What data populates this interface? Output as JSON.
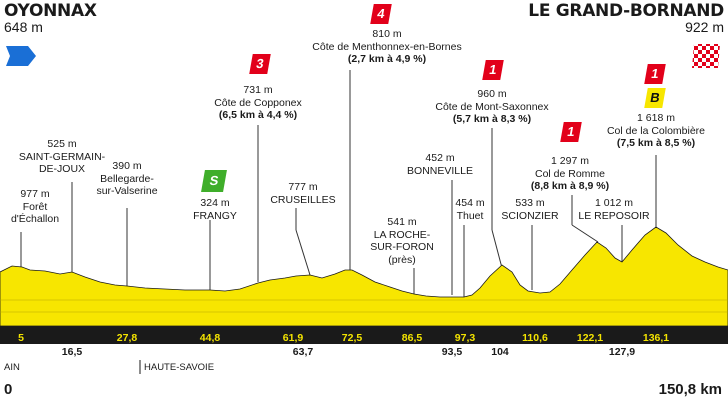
{
  "start": {
    "city": "OYONNAX",
    "altitude": "648 m"
  },
  "finish": {
    "city": "LE GRAND-BORNAND",
    "altitude": "922 m"
  },
  "climbs": {
    "menthonnex": {
      "category": "4",
      "altitude": "810 m",
      "name": "Côte de Menthonnex-en-Bornes",
      "stats": "(2,7 km à 4,9 %)"
    },
    "copponex": {
      "category": "3",
      "altitude": "731 m",
      "name": "Côte de Copponex",
      "stats": "(6,5 km à 4,4 %)"
    },
    "mont_saxonnex": {
      "category": "1",
      "altitude": "960 m",
      "name": "Côte de Mont-Saxonnex",
      "stats": "(5,7 km à 8,3 %)"
    },
    "romme": {
      "category": "1",
      "altitude": "1 297 m",
      "name": "Col de Romme",
      "stats": "(8,8 km à 8,9 %)"
    },
    "colombiere": {
      "category": "1",
      "bonus": "B",
      "altitude": "1 618 m",
      "name": "Col de la Colombière",
      "stats": "(7,5 km à 8,5 %)"
    }
  },
  "sprint": {
    "label": "S"
  },
  "points": {
    "forêt": {
      "altitude": "977 m",
      "line1": "Forêt",
      "line2": "d'Échallon"
    },
    "saint_germain": {
      "altitude": "525 m",
      "line1": "SAINT-GERMAIN-",
      "line2": "DE-JOUX"
    },
    "bellegarde": {
      "altitude": "390 m",
      "line1": "Bellegarde-",
      "line2": "sur-Valserine"
    },
    "frangy": {
      "altitude": "324 m",
      "line1": "FRANGY"
    },
    "cruseilles": {
      "altitude": "777 m",
      "line1": "CRUSEILLES"
    },
    "la_roche": {
      "altitude": "541 m",
      "line1": "LA ROCHE-",
      "line2": "SUR-FORON",
      "line3": "(près)"
    },
    "bonneville": {
      "altitude": "452 m",
      "line1": "BONNEVILLE"
    },
    "thuet": {
      "altitude": "454 m",
      "line1": "Thuet"
    },
    "scionzier": {
      "altitude": "533 m",
      "line1": "SCIONZIER"
    },
    "reposoir": {
      "altitude": "1 012 m",
      "line1": "LE REPOSOIR"
    }
  },
  "km_top": [
    "5",
    "27,8",
    "44,8",
    "61,9",
    "72,5",
    "86,5",
    "97,3",
    "110,6",
    "122,1",
    "136,1"
  ],
  "km_bottom": [
    "16,5",
    "63,7",
    "93,5",
    "104",
    "127,9"
  ],
  "regions": {
    "left": "AIN",
    "right": "HAUTE-SAVOIE"
  },
  "distance": {
    "start": "0",
    "end": "150,8 km"
  },
  "colors": {
    "profile": "#f7e600",
    "band": "#1a1a1a",
    "climb_red": "#e2001a",
    "sprint_green": "#3fae2a",
    "start_flag": "#1a6fd6"
  }
}
